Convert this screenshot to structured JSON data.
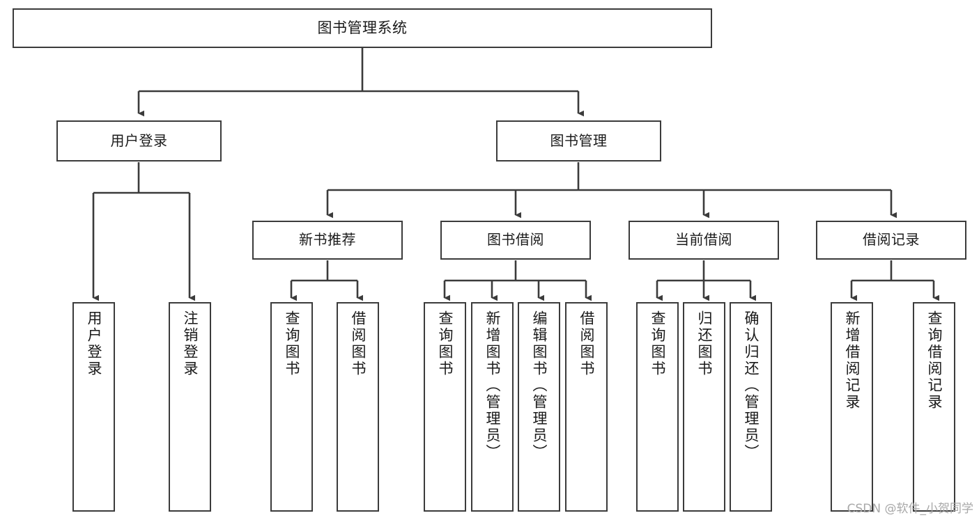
{
  "diagram": {
    "title": "图书管理系统",
    "type": "tree",
    "stroke_color": "#3b3b3b",
    "background_color": "#ffffff",
    "text_color": "#1a1a1a",
    "root": {
      "id": "root",
      "label": "图书管理系统"
    },
    "level2": [
      {
        "id": "user-login",
        "label": "用户登录"
      },
      {
        "id": "book-manage",
        "label": "图书管理"
      }
    ],
    "level3": [
      {
        "id": "new-book-recommend",
        "label": "新书推荐",
        "parent": "book-manage"
      },
      {
        "id": "book-borrow",
        "label": "图书借阅",
        "parent": "book-manage"
      },
      {
        "id": "current-borrow",
        "label": "当前借阅",
        "parent": "book-manage"
      },
      {
        "id": "borrow-record",
        "label": "借阅记录",
        "parent": "book-manage"
      }
    ],
    "leaves": [
      {
        "id": "leaf-user-login",
        "label": "用户登录",
        "parent": "user-login"
      },
      {
        "id": "leaf-user-logout",
        "label": "注销登录",
        "parent": "user-login"
      },
      {
        "id": "leaf-query-book-1",
        "label": "查询图书",
        "parent": "new-book-recommend"
      },
      {
        "id": "leaf-borrow-book-1",
        "label": "借阅图书",
        "parent": "new-book-recommend"
      },
      {
        "id": "leaf-query-book-2",
        "label": "查询图书",
        "parent": "book-borrow"
      },
      {
        "id": "leaf-add-book",
        "label": "新增图书（管理员）",
        "parent": "book-borrow"
      },
      {
        "id": "leaf-edit-book",
        "label": "编辑图书（管理员）",
        "parent": "book-borrow"
      },
      {
        "id": "leaf-borrow-book-2",
        "label": "借阅图书",
        "parent": "book-borrow"
      },
      {
        "id": "leaf-query-book-3",
        "label": "查询图书",
        "parent": "current-borrow"
      },
      {
        "id": "leaf-return-book",
        "label": "归还图书",
        "parent": "current-borrow"
      },
      {
        "id": "leaf-confirm-return",
        "label": "确认归还（管理员）",
        "parent": "current-borrow"
      },
      {
        "id": "leaf-add-record",
        "label": "新增借阅记录",
        "parent": "borrow-record"
      },
      {
        "id": "leaf-query-record",
        "label": "查询借阅记录",
        "parent": "borrow-record"
      }
    ]
  },
  "watermark": {
    "text": "CSDN @软件_小贺同学"
  }
}
